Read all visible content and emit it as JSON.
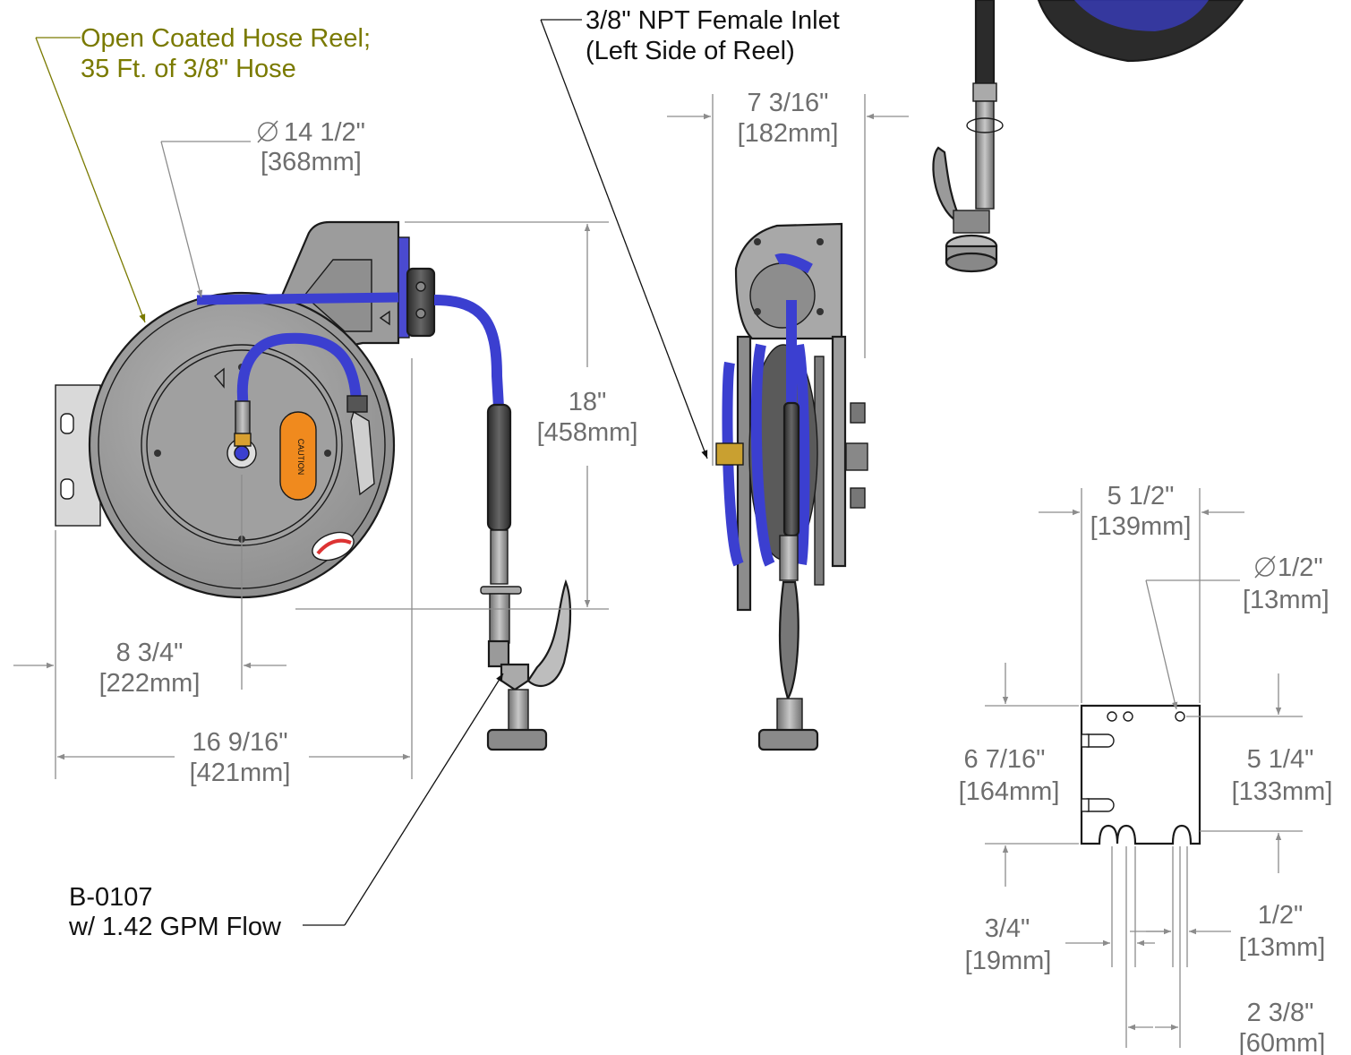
{
  "callouts": {
    "reel_line1": "Open Coated Hose Reel;",
    "reel_line2": "35 Ft. of 3/8\" Hose",
    "inlet_line1": "3/8\" NPT Female Inlet",
    "inlet_line2": "(Left Side of Reel)",
    "valve_line1": "B-0107",
    "valve_line2": "w/ 1.42 GPM Flow"
  },
  "dimensions": {
    "reel_diameter": {
      "imperial": "14 1/2\"",
      "metric": "[368mm]"
    },
    "height": {
      "imperial": "18\"",
      "metric": "[458mm]"
    },
    "center_offset": {
      "imperial": "8 3/4\"",
      "metric": "[222mm]"
    },
    "overall_width": {
      "imperial": "16 9/16\"",
      "metric": "[421mm]"
    },
    "side_depth": {
      "imperial": "7 3/16\"",
      "metric": "[182mm]"
    },
    "bracket_width": {
      "imperial": "5 1/2\"",
      "metric": "[139mm]"
    },
    "hole_diameter": {
      "imperial": "1/2\"",
      "metric": "[13mm]"
    },
    "bracket_height": {
      "imperial": "6 7/16\"",
      "metric": "[164mm]"
    },
    "hole_spacing_vertical": {
      "imperial": "5 1/4\"",
      "metric": "[133mm]"
    },
    "slot_width": {
      "imperial": "3/4\"",
      "metric": "[19mm]"
    },
    "slot_small": {
      "imperial": "1/2\"",
      "metric": "[13mm]"
    },
    "slot_spacing": {
      "imperial": "2 3/8\"",
      "metric": "[60mm]"
    }
  },
  "labels": {
    "caution": "CAUTION"
  },
  "colors": {
    "hose": "#3b3fd0",
    "reel_body": "#9a9a9a",
    "caution_label": "#f08a1e",
    "dimension": "#6e6e6e",
    "olive_callout": "#7a7a00"
  }
}
